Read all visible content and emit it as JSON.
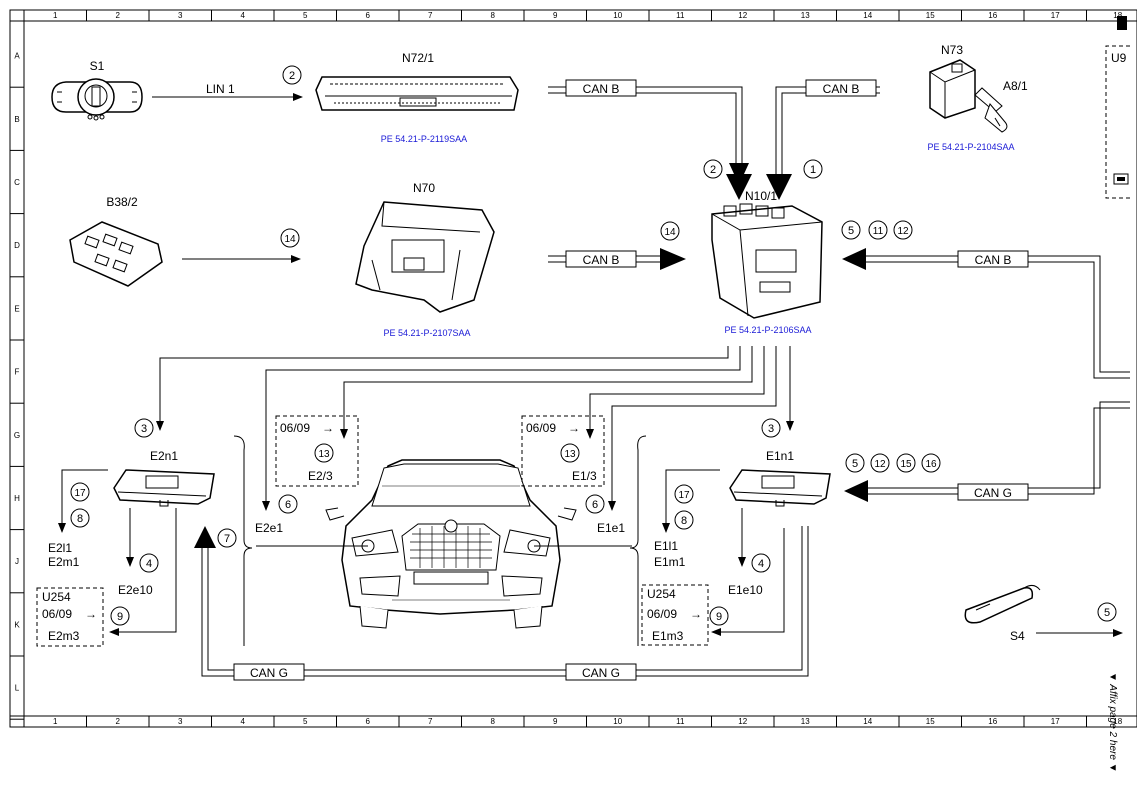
{
  "grid": {
    "columns": [
      "1",
      "2",
      "3",
      "4",
      "5",
      "6",
      "7",
      "8",
      "9",
      "10",
      "11",
      "12",
      "13",
      "14",
      "15",
      "16",
      "17",
      "18"
    ],
    "rows": [
      "A",
      "B",
      "C",
      "D",
      "E",
      "F",
      "G",
      "H",
      "J",
      "K",
      "L"
    ]
  },
  "components": {
    "s1": "S1",
    "n72_1": "N72/1",
    "n73": "N73",
    "a8_1": "A8/1",
    "u9": "U9",
    "b38_2": "B38/2",
    "n70": "N70",
    "n10_1": "N10/1",
    "e2n1": "E2n1",
    "e1n1": "E1n1",
    "e2e1": "E2e1",
    "e1e1": "E1e1",
    "e2_3": "E2/3",
    "e1_3": "E1/3",
    "e2l1": "E2l1",
    "e2m1": "E2m1",
    "e2e10": "E2e10",
    "e2m3": "E2m3",
    "e1l1": "E1l1",
    "e1m1": "E1m1",
    "e1e10": "E1e10",
    "e1m3": "E1m3",
    "u254_left": "U254",
    "u254_right": "U254",
    "s4": "S4"
  },
  "references": {
    "n72_1": "PE 54.21-P-2119SAA",
    "n73": "PE 54.21-P-2104SAA",
    "n70": "PE 54.21-P-2107SAA",
    "n10_1": "PE 54.21-P-2106SAA"
  },
  "buses": {
    "lin1": "LIN 1",
    "can_b": "CAN B",
    "can_g": "CAN G"
  },
  "dates": {
    "d0609": "06/09"
  },
  "arrow_glyph": "→",
  "markers": [
    "1",
    "2",
    "3",
    "4",
    "5",
    "6",
    "7",
    "8",
    "9",
    "11",
    "12",
    "13",
    "14",
    "15",
    "16",
    "17"
  ],
  "side_note": "▼ Affix page 2 here ▼",
  "colors": {
    "line": "#000000",
    "reference": "#1a1ad6"
  }
}
